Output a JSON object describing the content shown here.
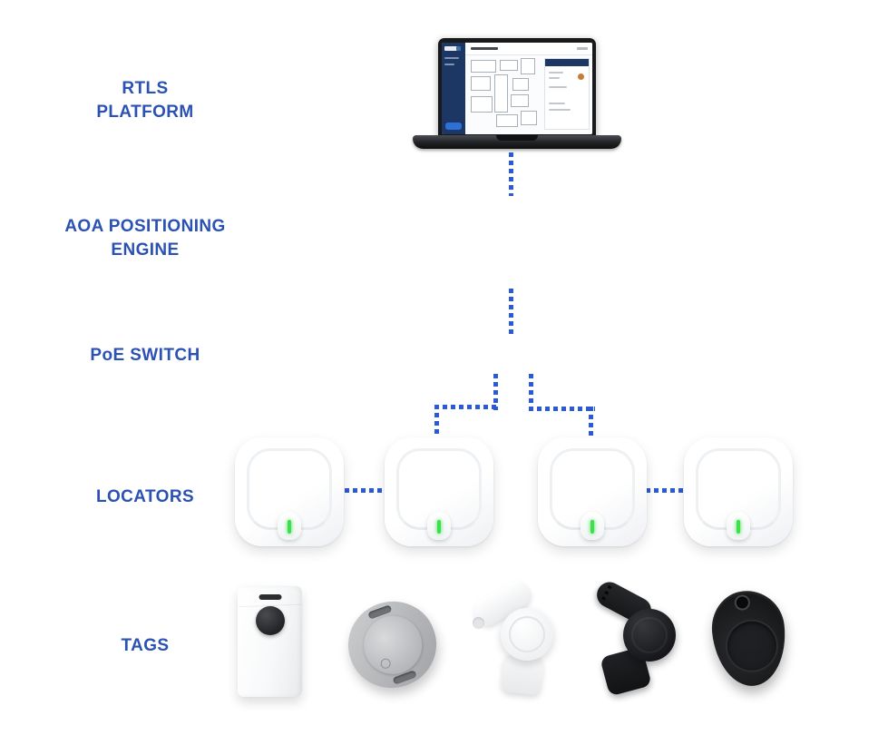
{
  "layers": {
    "rtls": {
      "lines": [
        "RTLS",
        "PLATFORM"
      ]
    },
    "aoa": {
      "lines": [
        "AOA POSITIONING",
        "ENGINE"
      ]
    },
    "poe": {
      "lines": [
        "PoE SWITCH"
      ]
    },
    "locators": {
      "lines": [
        "LOCATORS"
      ],
      "count": 4
    },
    "tags": {
      "lines": [
        "TAGS"
      ],
      "types": [
        "badge-tag",
        "asset-tag",
        "wristband-tag-white",
        "wristband-tag-black",
        "keyfob-tag"
      ]
    }
  },
  "colors": {
    "label_blue": "#2b51b3",
    "dotted_blue": "#2b5ad6",
    "led_green": "#3ce04b",
    "screen_navy": "#1d3765",
    "accent_blue": "#2f6fd8",
    "panel_orange": "#c97a35"
  }
}
